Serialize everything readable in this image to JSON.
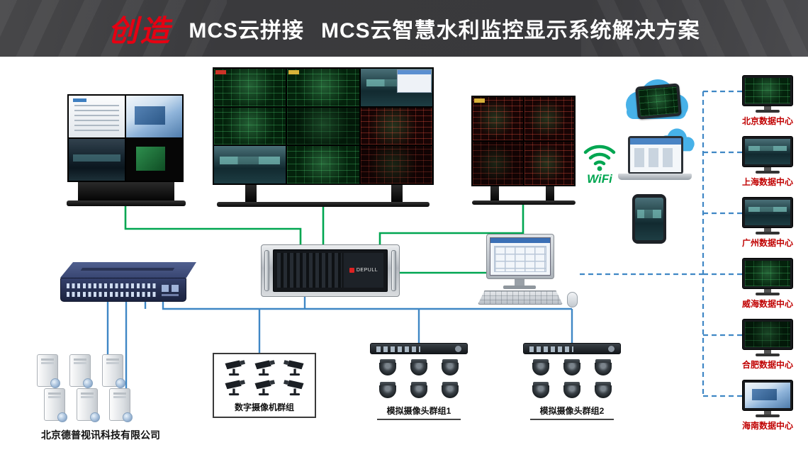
{
  "header": {
    "brand": "创造",
    "title_part1": "MCS云拼接",
    "title_part2": "MCS云智慧水利监控显示系统解决方案"
  },
  "wifi": {
    "label": "WiFi"
  },
  "controller": {
    "brand": "DEPULL"
  },
  "groups": {
    "digital": "数字摄像机群组",
    "analog1": "模拟摄像头群组1",
    "analog2": "模拟摄像头群组2"
  },
  "data_centers": [
    {
      "label": "北京数据中心"
    },
    {
      "label": "上海数据中心"
    },
    {
      "label": "广州数据中心"
    },
    {
      "label": "威海数据中心"
    },
    {
      "label": "合肥数据中心"
    },
    {
      "label": "海南数据中心"
    }
  ],
  "footer": {
    "company": "北京德普视讯科技有限公司"
  },
  "colors": {
    "accent_red": "#e60012",
    "data_center_label_red": "#c00000",
    "line_green": "#00a651",
    "line_blue": "#3f87c5",
    "cloud_blue": "#47b1e8",
    "header_bg": "#3a3a3d"
  },
  "icons": {
    "cloud-icon": "css-cloud-circles",
    "wifi-icon": "svg-green-arcs",
    "cctv-camera-icon": "svg-camera-silhouette",
    "dome-camera-icon": "css-dome-shape",
    "monitor-icon": "css-monitor-with-stand"
  }
}
